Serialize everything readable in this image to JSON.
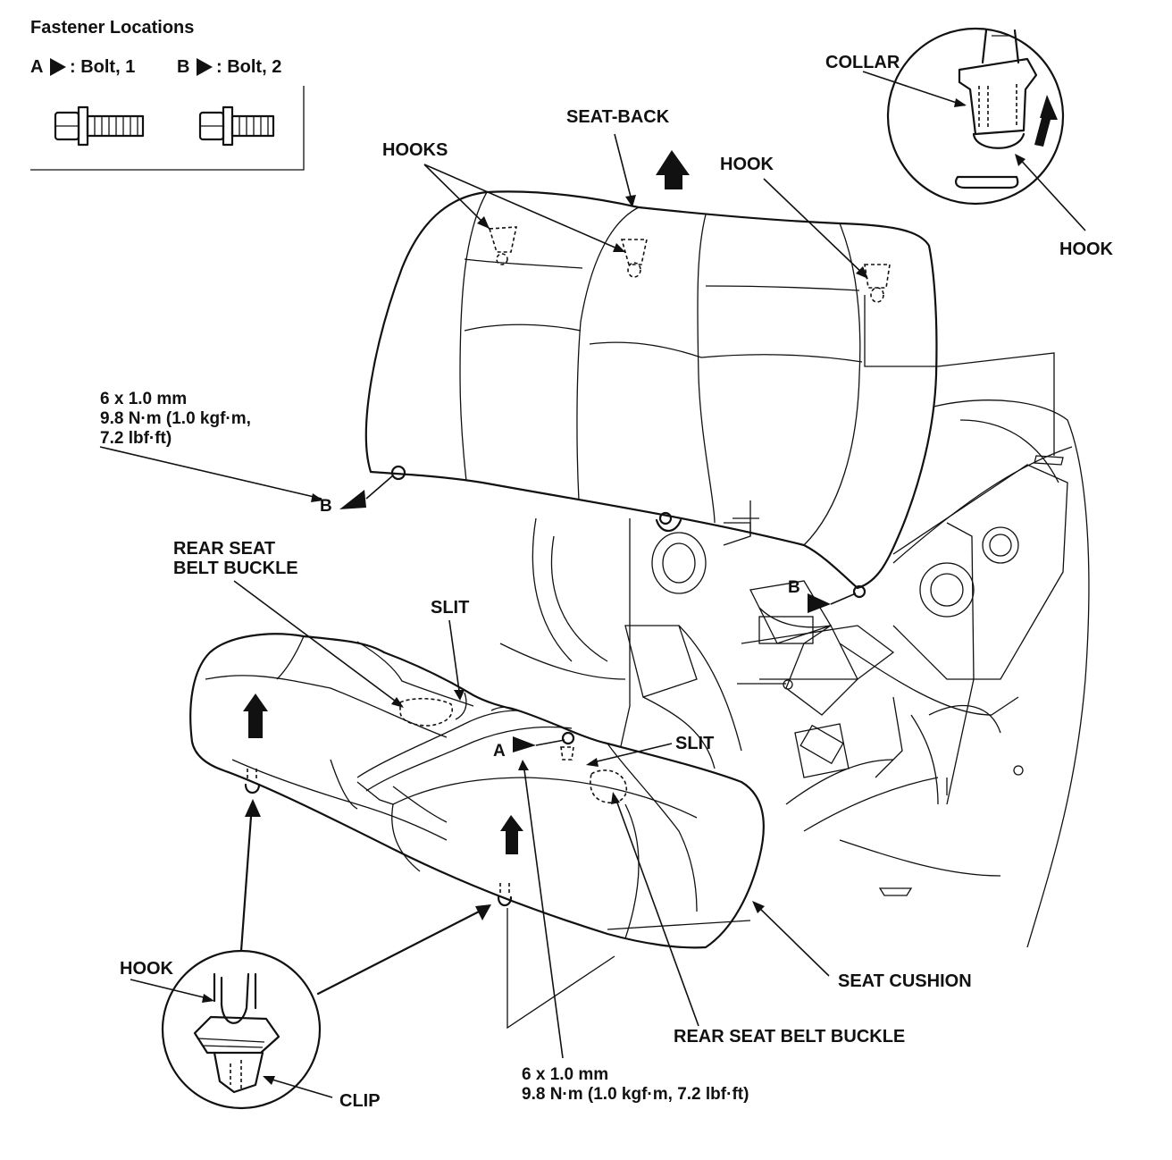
{
  "fastener": {
    "title": "Fastener Locations",
    "a_letter": "A",
    "a_text": ": Bolt, 1",
    "b_letter": "B",
    "b_text": ": Bolt, 2"
  },
  "labels": {
    "seat_back": "SEAT-BACK",
    "hooks": "HOOKS",
    "hook_top": "HOOK",
    "collar": "COLLAR",
    "hook_detail_top": "HOOK",
    "rear_belt_buckle_1": "REAR SEAT",
    "rear_belt_buckle_2": "BELT BUCKLE",
    "slit_left": "SLIT",
    "slit_right": "SLIT",
    "seat_cushion": "SEAT CUSHION",
    "rear_belt_buckle_bottom": "REAR SEAT BELT BUCKLE",
    "hook_bottom": "HOOK",
    "clip": "CLIP",
    "bolt_b_left": "B",
    "bolt_b_right": "B",
    "bolt_a": "A"
  },
  "torque_upper": {
    "size": "6 x 1.0 mm",
    "line1": "9.8 N·m (1.0 kgf·m,",
    "line2": "7.2 lbf·ft)"
  },
  "torque_lower": {
    "size": "6 x 1.0 mm",
    "line1": "9.8 N·m (1.0 kgf·m, 7.2 lbf·ft)"
  },
  "colors": {
    "ink": "#111111",
    "background": "#ffffff"
  }
}
